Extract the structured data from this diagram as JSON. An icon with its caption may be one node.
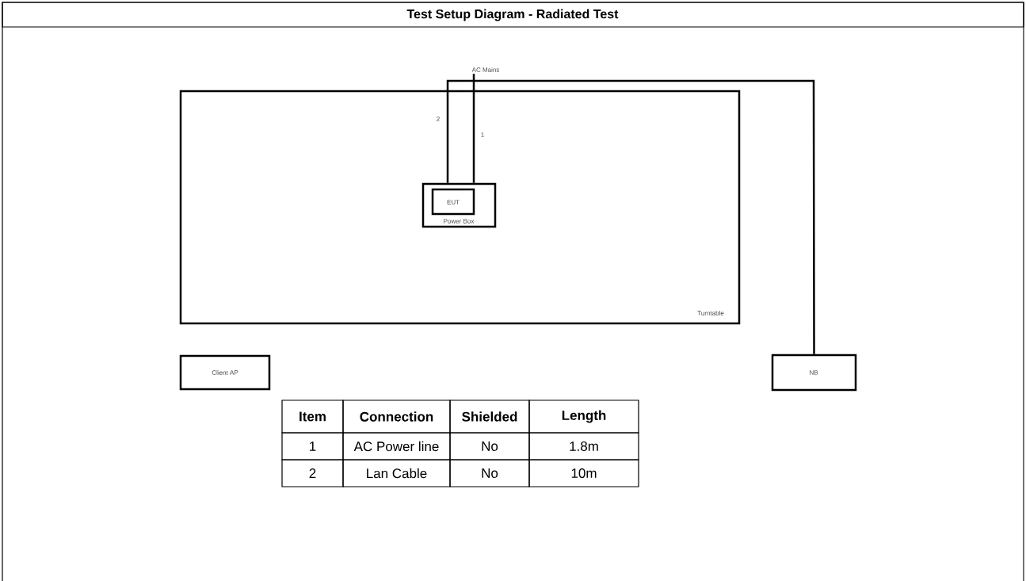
{
  "diagram": {
    "title": "Test Setup Diagram - Radiated Test",
    "nodes": [
      {
        "text": [
          "Turntable"
        ]
      },
      {
        "text": [
          "Power Box"
        ],
        "in": 0
      },
      {
        "text": [
          "EUT"
        ],
        "in": 1
      },
      {
        "text": [
          "AC Mains"
        ]
      },
      {
        "text": [
          "Client AP"
        ]
      },
      {
        "text": [
          "NB"
        ]
      }
    ],
    "edges": [
      {
        "from": 3,
        "to": 1,
        "arrow": "none",
        "label": "1"
      },
      {
        "from": 1,
        "to": 5,
        "arrow": "none",
        "label": "2"
      }
    ],
    "labels": [
      "Item",
      "Connection",
      "Shielded",
      "Length",
      "1",
      "AC Power line",
      "No",
      "1.8m",
      "2",
      "Lan Cable",
      "No",
      "10m"
    ]
  }
}
